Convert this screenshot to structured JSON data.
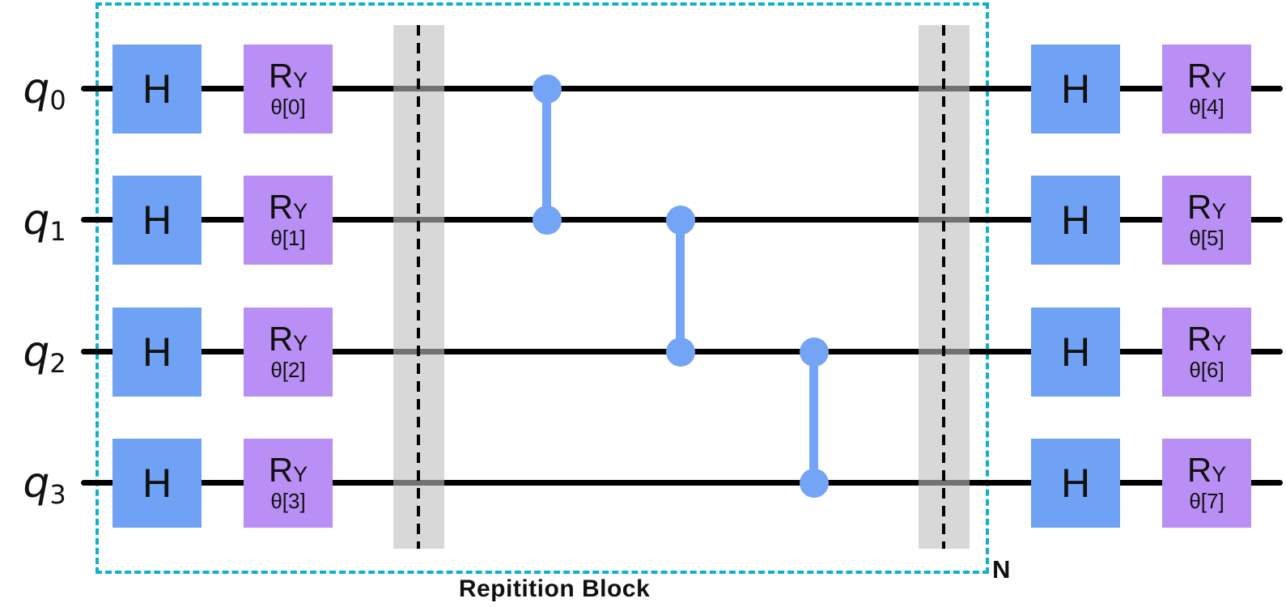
{
  "diagram_type": "quantum-circuit",
  "qubits": [
    {
      "name": "q",
      "index": "0"
    },
    {
      "name": "q",
      "index": "1"
    },
    {
      "name": "q",
      "index": "2"
    },
    {
      "name": "q",
      "index": "3"
    }
  ],
  "front_hadamard": {
    "labels": [
      "H",
      "H",
      "H",
      "H"
    ]
  },
  "front_rotation": {
    "main": "R",
    "sub": "Y",
    "params": [
      "θ[0]",
      "θ[1]",
      "θ[2]",
      "θ[3]"
    ]
  },
  "back_hadamard": {
    "labels": [
      "H",
      "H",
      "H",
      "H"
    ]
  },
  "back_rotation": {
    "main": "R",
    "sub": "Y",
    "params": [
      "θ[4]",
      "θ[5]",
      "θ[6]",
      "θ[7]"
    ]
  },
  "cz_connections": [
    {
      "control": 0,
      "target": 1
    },
    {
      "control": 1,
      "target": 2
    },
    {
      "control": 2,
      "target": 3
    }
  ],
  "barriers": {
    "count": 2
  },
  "repetition_block": {
    "caption": "Repitition Block",
    "repeat_count_label": "N"
  },
  "colors": {
    "hadamard": "#6fa1f5",
    "rotation": "#b98ef5",
    "cz": "#74a4f6",
    "block": "#0db2ca",
    "wire": "#000000",
    "barrier": "rgba(190,190,190,0.6)"
  }
}
